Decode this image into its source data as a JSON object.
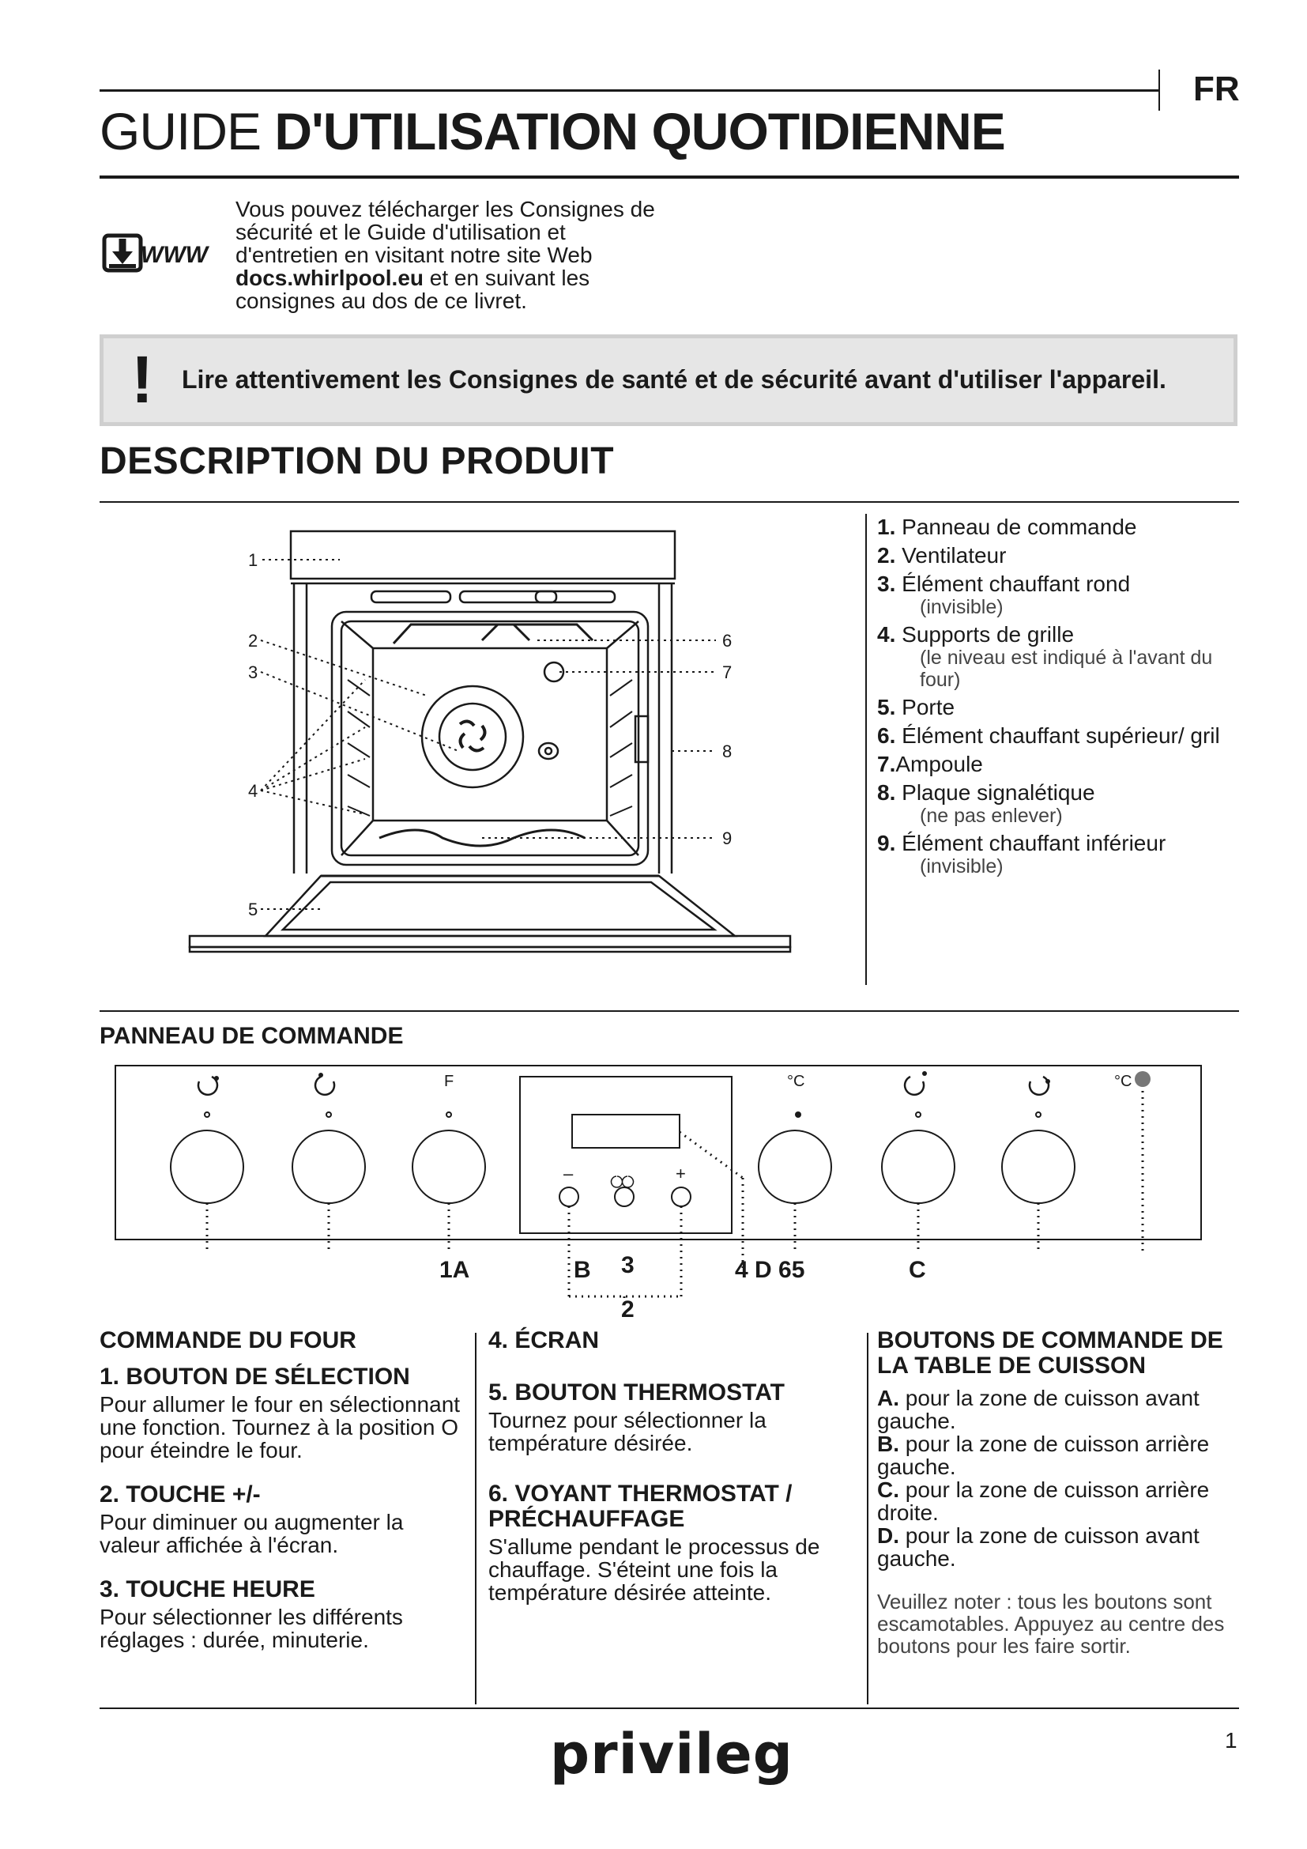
{
  "header": {
    "lang": "FR",
    "title_light": "GUIDE ",
    "title_bold": "D'UTILISATION QUOTIDIENNE"
  },
  "download": {
    "icon_text": "WWW",
    "text_pre": "Vous pouvez télécharger les Consignes de sécurité et le Guide d'utilisation et d'entretien en visitant notre site Web ",
    "link": "docs.whirlpool.eu",
    "text_post": " et en suivant les consignes au dos de ce livret."
  },
  "warning": {
    "mark": "!",
    "text": "Lire attentivement les Consignes de santé et de sécurité avant d'utiliser l'appareil."
  },
  "product": {
    "heading": "DESCRIPTION DU PRODUIT",
    "diagram_labels": [
      "1",
      "2",
      "3",
      "4",
      "5",
      "6",
      "7",
      "8",
      "9"
    ],
    "legend": [
      {
        "num": "1.",
        "label": "Panneau de commande",
        "sub": ""
      },
      {
        "num": "2.",
        "label": "Ventilateur",
        "sub": ""
      },
      {
        "num": "3.",
        "label": "Élément chauffant rond",
        "sub": "(invisible)"
      },
      {
        "num": "4.",
        "label": "Supports de grille",
        "sub": "(le niveau est indiqué à l'avant du four)"
      },
      {
        "num": "5.",
        "label": "Porte",
        "sub": ""
      },
      {
        "num": "6.",
        "label": "Élément chauffant supérieur/ gril",
        "sub": ""
      },
      {
        "num": "7.",
        "label": "Ampoule",
        "sub": ""
      },
      {
        "num": "8.",
        "label": "Plaque signalétique",
        "sub": "(ne pas enlever)"
      },
      {
        "num": "9.",
        "label": "Élément chauffant inférieur",
        "sub": "(invisible)"
      }
    ]
  },
  "panel": {
    "heading": "PANNEAU DE COMMANDE",
    "knob_symbols": [
      "F",
      "°C",
      "°C"
    ],
    "display_symbols": [
      "–",
      "+"
    ],
    "callouts": [
      "1A",
      "B",
      "3",
      "2",
      "4 D 65",
      "C"
    ]
  },
  "columns": {
    "col1": {
      "title": "COMMANDE DU FOUR",
      "s1_title": "1. BOUTON DE SÉLECTION",
      "s1_text": "Pour allumer le four en sélectionnant une fonction. Tournez à la position O pour éteindre le four.",
      "s2_title": "2. TOUCHE +/-",
      "s2_text": "Pour diminuer ou augmenter la valeur affichée à l'écran.",
      "s3_title": "3. TOUCHE HEURE",
      "s3_text": "Pour sélectionner les différents réglages : durée, minuterie."
    },
    "col2": {
      "s4_title": "4. ÉCRAN",
      "s5_title": "5. BOUTON THERMOSTAT",
      "s5_text": "Tournez pour sélectionner la température désirée.",
      "s6_title": "6. VOYANT THERMOSTAT / PRÉCHAUFFAGE",
      "s6_text": "S'allume pendant le processus de chauffage. S'éteint une fois la température désirée atteinte."
    },
    "col3": {
      "title": "BOUTONS DE COMMANDE DE LA TABLE DE CUISSON",
      "items": [
        {
          "key": "A.",
          "text": "pour la zone de cuisson avant gauche."
        },
        {
          "key": "B.",
          "text": "pour la zone de cuisson arrière gauche."
        },
        {
          "key": "C.",
          "text": "pour la zone de cuisson arrière droite."
        },
        {
          "key": "D.",
          "text": "pour la zone de cuisson avant gauche."
        }
      ],
      "note": "Veuillez noter : tous les boutons sont escamotables. Appuyez au centre des boutons pour les faire sortir."
    }
  },
  "footer": {
    "brand": "privileg",
    "page": "1"
  }
}
